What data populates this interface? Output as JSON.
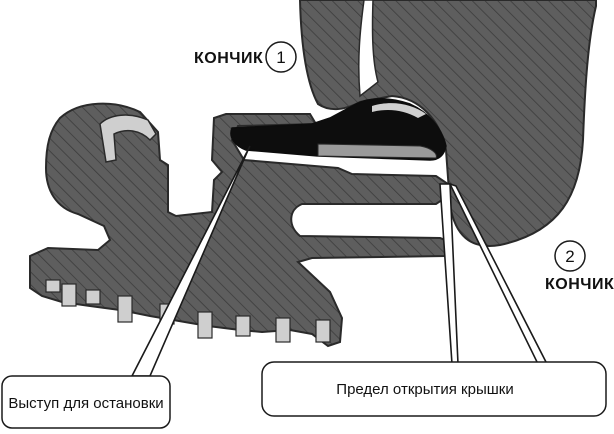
{
  "labels": {
    "tip_1_word": "КОНЧИК",
    "tip_1_number": "1",
    "tip_2_word": "КОНЧИК",
    "tip_2_number": "2",
    "stop_protrusion": "Выступ для остановки",
    "lid_opening_limit": "Предел открытия крышки"
  },
  "colors": {
    "section_fill": "#5e5e5e",
    "hatch_line": "#3c3c3c",
    "outline": "#2a2a2a",
    "black_part": "#0d0d0d",
    "highlight": "#cfcfcf",
    "leader_fill": "#ffffff"
  }
}
